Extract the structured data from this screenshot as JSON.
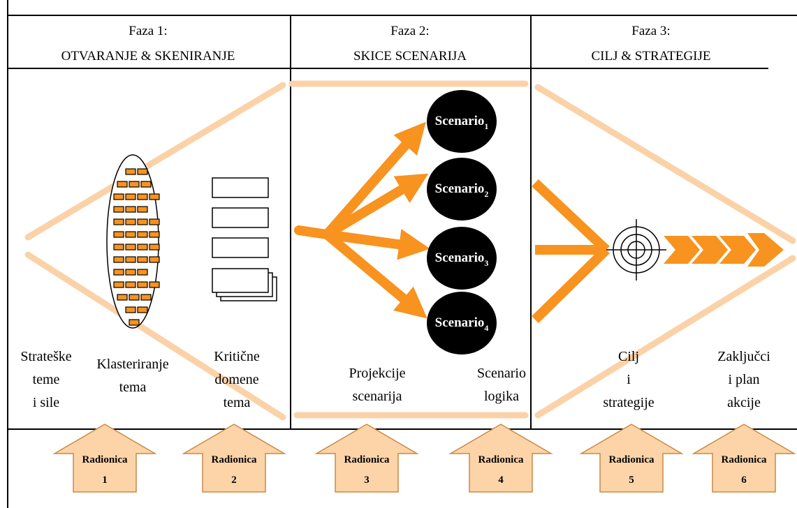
{
  "phases": [
    {
      "title": "Faza 1:",
      "subtitle": "OTVARANJE & SKENIRANJE"
    },
    {
      "title": "Faza 2:",
      "subtitle": "SKICE SCENARIJA"
    },
    {
      "title": "Faza 3:",
      "subtitle": "CILJ & STRATEGIJE"
    }
  ],
  "scenarios": [
    {
      "label": "Scenario",
      "index": "1"
    },
    {
      "label": "Scenario",
      "index": "2"
    },
    {
      "label": "Scenario",
      "index": "3"
    },
    {
      "label": "Scenario",
      "index": "4"
    }
  ],
  "steps": [
    {
      "lines": [
        "Strateške",
        "teme",
        "i sile"
      ]
    },
    {
      "lines": [
        "Klasteriranje",
        "tema"
      ]
    },
    {
      "lines": [
        "Kritične",
        "domene",
        "tema"
      ]
    },
    {
      "lines": [
        "Projekcije",
        "scenarija"
      ]
    },
    {
      "lines": [
        "Scenario",
        "logika"
      ]
    },
    {
      "lines": [
        "Cilj",
        "i",
        "strategije"
      ]
    },
    {
      "lines": [
        "Zaključci",
        "i plan",
        "akcije"
      ]
    }
  ],
  "workshops": [
    {
      "label": "Radionica",
      "number": "1"
    },
    {
      "label": "Radionica",
      "number": "2"
    },
    {
      "label": "Radionica",
      "number": "3"
    },
    {
      "label": "Radionica",
      "number": "4"
    },
    {
      "label": "Radionica",
      "number": "5"
    },
    {
      "label": "Radionica",
      "number": "6"
    }
  ],
  "colors": {
    "arrow_orange": "#f7931e",
    "funnel_peach": "#fbd2a8",
    "workshop_fill": "#fcd4a8",
    "workshop_stroke": "#c98a45",
    "scenario_fill": "#000000",
    "line": "#000000"
  }
}
